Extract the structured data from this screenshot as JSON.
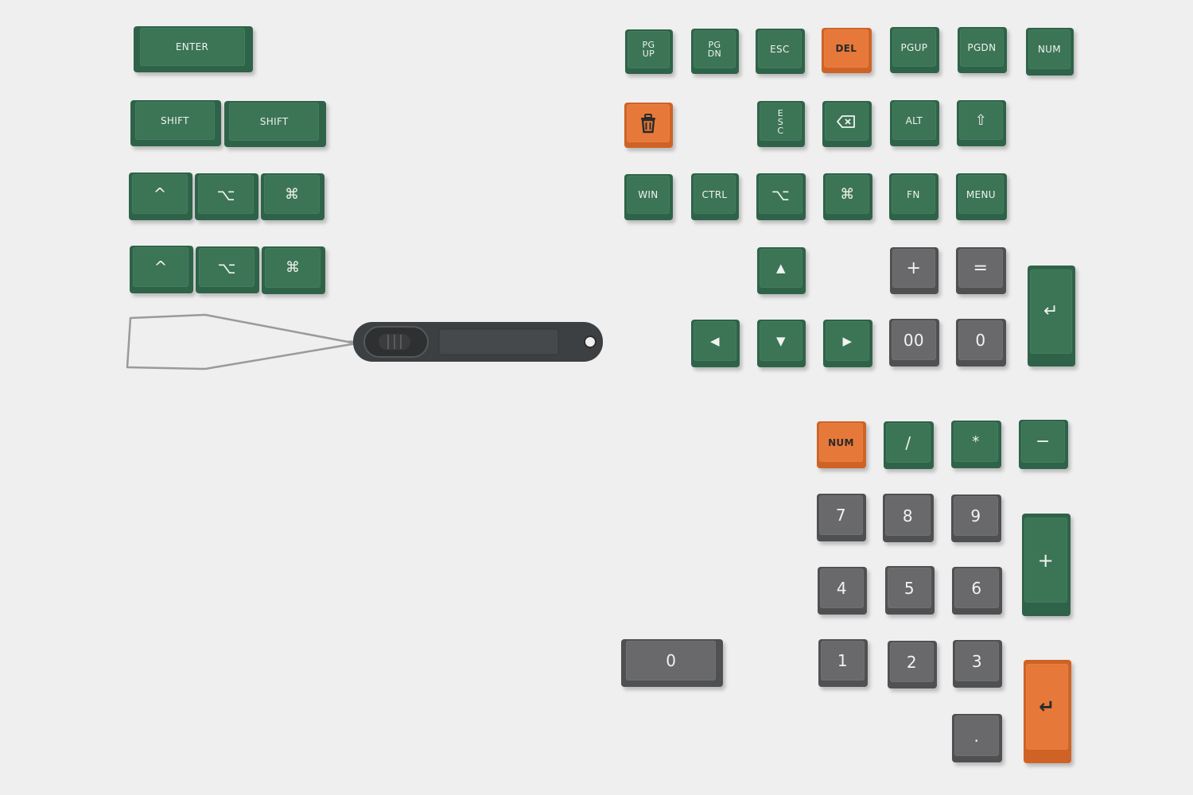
{
  "colors": {
    "background": "#efefef",
    "green": "#3b7556",
    "gray": "#69696b",
    "orange": "#e6793a",
    "puller": "#3d4042"
  },
  "keys": [
    {
      "name": "enter-key",
      "label": "ENTER",
      "color": "green"
    },
    {
      "name": "shift-key-1",
      "label": "SHIFT",
      "color": "green"
    },
    {
      "name": "shift-key-2",
      "label": "SHIFT",
      "color": "green"
    },
    {
      "name": "ctrl-symbol-key-1",
      "label": "^",
      "color": "green"
    },
    {
      "name": "option-symbol-key-1",
      "label": "⌥",
      "color": "green"
    },
    {
      "name": "command-symbol-key-1",
      "label": "⌘",
      "color": "green"
    },
    {
      "name": "ctrl-symbol-key-2",
      "label": "^",
      "color": "green"
    },
    {
      "name": "option-symbol-key-2",
      "label": "⌥",
      "color": "green"
    },
    {
      "name": "command-symbol-key-2",
      "label": "⌘",
      "color": "green"
    },
    {
      "name": "pg-up-key",
      "label": "PG\nUP",
      "color": "green"
    },
    {
      "name": "pg-dn-key",
      "label": "PG\nDN",
      "color": "green"
    },
    {
      "name": "esc-key",
      "label": "ESC",
      "color": "green"
    },
    {
      "name": "del-key",
      "label": "DEL",
      "color": "orange"
    },
    {
      "name": "pgup-key",
      "label": "PGUP",
      "color": "green"
    },
    {
      "name": "pgdn-key",
      "label": "PGDN",
      "color": "green"
    },
    {
      "name": "num-key",
      "label": "NUM",
      "color": "green"
    },
    {
      "name": "trash-key",
      "label": "",
      "icon": "trash-icon",
      "color": "orange"
    },
    {
      "name": "esc-vertical-key",
      "label": "E\nS\nC",
      "color": "green"
    },
    {
      "name": "backspace-key",
      "label": "",
      "icon": "backspace-icon",
      "color": "green"
    },
    {
      "name": "alt-key",
      "label": "ALT",
      "color": "green"
    },
    {
      "name": "shift-arrow-key",
      "label": "⇧",
      "color": "green"
    },
    {
      "name": "win-key",
      "label": "WIN",
      "color": "green"
    },
    {
      "name": "ctrl-key",
      "label": "CTRL",
      "color": "green"
    },
    {
      "name": "option-symbol-key-3",
      "label": "⌥",
      "color": "green"
    },
    {
      "name": "command-symbol-key-3",
      "label": "⌘",
      "color": "green"
    },
    {
      "name": "fn-key",
      "label": "FN",
      "color": "green"
    },
    {
      "name": "menu-key",
      "label": "MENU",
      "color": "green"
    },
    {
      "name": "arrow-up-key",
      "label": "▲",
      "color": "green"
    },
    {
      "name": "plus-key",
      "label": "+",
      "color": "gray"
    },
    {
      "name": "equals-key",
      "label": "=",
      "color": "gray"
    },
    {
      "name": "return-tall-key",
      "label": "↵",
      "color": "green"
    },
    {
      "name": "arrow-left-key",
      "label": "◀",
      "color": "green"
    },
    {
      "name": "arrow-down-key",
      "label": "▼",
      "color": "green"
    },
    {
      "name": "arrow-right-key",
      "label": "▶",
      "color": "green"
    },
    {
      "name": "double-zero-key",
      "label": "00",
      "color": "gray"
    },
    {
      "name": "zero-key-small",
      "label": "0",
      "color": "gray"
    },
    {
      "name": "numlock-key",
      "label": "NUM",
      "color": "orange"
    },
    {
      "name": "divide-key",
      "label": "/",
      "color": "green"
    },
    {
      "name": "multiply-key",
      "label": "*",
      "color": "green"
    },
    {
      "name": "minus-key",
      "label": "−",
      "color": "green"
    },
    {
      "name": "numpad-7-key",
      "label": "7",
      "color": "gray"
    },
    {
      "name": "numpad-8-key",
      "label": "8",
      "color": "gray"
    },
    {
      "name": "numpad-9-key",
      "label": "9",
      "color": "gray"
    },
    {
      "name": "numpad-plus-key",
      "label": "+",
      "color": "green"
    },
    {
      "name": "numpad-4-key",
      "label": "4",
      "color": "gray"
    },
    {
      "name": "numpad-5-key",
      "label": "5",
      "color": "gray"
    },
    {
      "name": "numpad-6-key",
      "label": "6",
      "color": "gray"
    },
    {
      "name": "numpad-0-wide-key",
      "label": "0",
      "color": "gray"
    },
    {
      "name": "numpad-1-key",
      "label": "1",
      "color": "gray"
    },
    {
      "name": "numpad-2-key",
      "label": "2",
      "color": "gray"
    },
    {
      "name": "numpad-3-key",
      "label": "3",
      "color": "gray"
    },
    {
      "name": "numpad-enter-key",
      "label": "↵",
      "color": "orange"
    },
    {
      "name": "numpad-dot-key",
      "label": ".",
      "color": "gray"
    }
  ]
}
